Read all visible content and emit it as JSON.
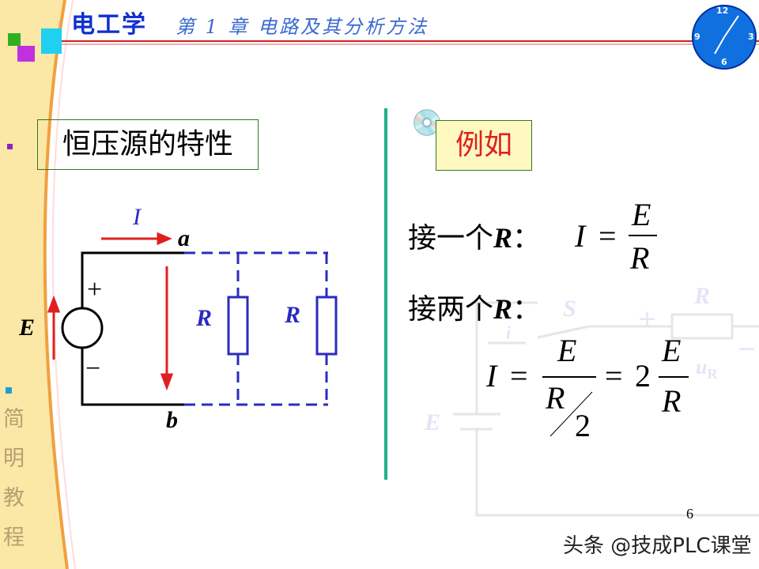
{
  "header": {
    "course_title": "电工学",
    "chapter": "第 1 章  电路及其分析方法"
  },
  "side_text": [
    "简",
    "明",
    "教",
    "程"
  ],
  "left": {
    "heading": "恒压源的特性",
    "circuit": {
      "current": "I",
      "node_a": "a",
      "node_b": "b",
      "source": "E",
      "plus": "+",
      "minus": "−",
      "resistor_1": "R",
      "resistor_2": "R"
    }
  },
  "right": {
    "example_label": "例如",
    "one_r_label": "接一个",
    "two_r_label": "接两个",
    "r_symbol": "R",
    "colon": "：",
    "eq1": {
      "lhs": "I",
      "eq": "=",
      "num": "E",
      "den": "R"
    },
    "eq2": {
      "lhs": "I",
      "eq": "=",
      "num": "E",
      "den": "R",
      "den_div": "2",
      "eq2": "=",
      "coef": "2",
      "num2": "E",
      "den2": "R"
    }
  },
  "background_circuit": {
    "r": "R",
    "switch": "S",
    "current": "i",
    "plus": "+",
    "minus": "−",
    "voltage": "u",
    "voltage_sub": "R",
    "source": "E"
  },
  "page_number": "6",
  "watermark": "头条 @技成PLC课堂",
  "clock": {
    "numbers": [
      "12",
      "3",
      "6",
      "9"
    ]
  },
  "colors": {
    "blue": "#2b2bc0",
    "red": "#e02020",
    "teal": "#1fb08a"
  }
}
